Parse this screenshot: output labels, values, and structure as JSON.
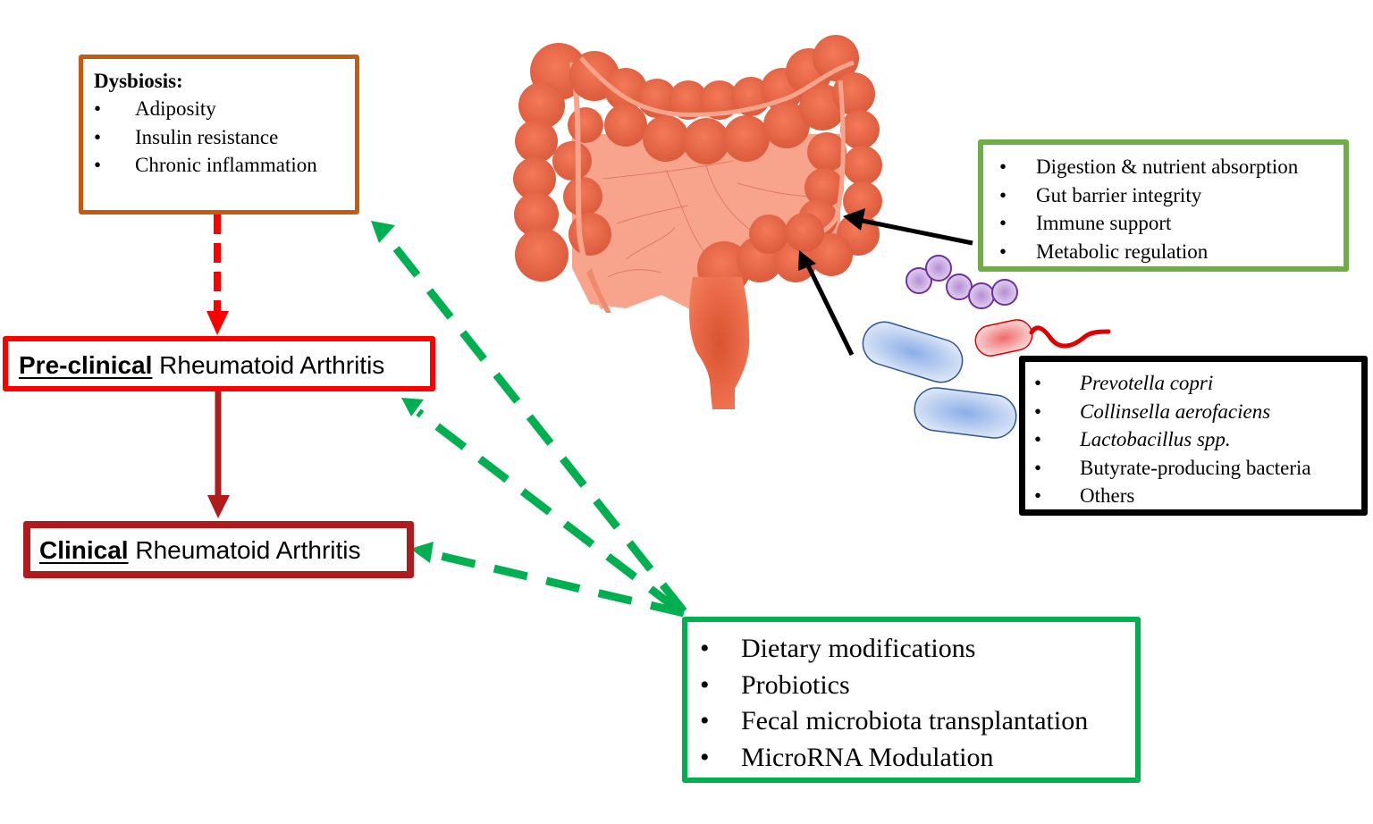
{
  "diagram": {
    "dysbiosis_box": {
      "title": "Dysbiosis:",
      "items": [
        "Adiposity",
        "Insulin resistance",
        "Chronic inflammation"
      ],
      "border_color": "#c55a11"
    },
    "preclinical_box": {
      "emphasis": "Pre-clinical",
      "rest": " Rheumatoid Arthritis",
      "border_color": "#ff0000"
    },
    "clinical_box": {
      "emphasis": "Clinical",
      "rest": " Rheumatoid Arthritis",
      "border_color": "#b01c1c"
    },
    "gut_functions_box": {
      "items": [
        "Digestion & nutrient absorption",
        "Gut barrier integrity",
        "Immune support",
        "Metabolic regulation"
      ],
      "border_color": "#70ad47"
    },
    "bacteria_box": {
      "items": [
        {
          "text": "Prevotella copri",
          "italic": true
        },
        {
          "text": "Collinsella aerofaciens",
          "italic": true
        },
        {
          "text": "Lactobacillus spp.",
          "italic": true
        },
        {
          "text": "Butyrate-producing bacteria",
          "italic": false
        },
        {
          "text": "Others",
          "italic": false
        }
      ],
      "border_color": "#000000"
    },
    "interventions_box": {
      "items": [
        "Dietary modifications",
        "Probiotics",
        "Fecal microbiota transplantation",
        "MicroRNA Modulation"
      ],
      "border_color": "#00b050"
    },
    "bullet": "•",
    "icons": {
      "colon": "large-intestine-illustration",
      "bacteria": [
        "cocci-chain",
        "rod-bacterium",
        "rod-bacterium",
        "flagellated-bacterium"
      ]
    },
    "colors": {
      "arrow_dysbiosis_to_preclinical": "#ff0000",
      "arrow_preclinical_to_clinical": "#b01c1c",
      "arrow_interventions": "#00b050",
      "arrow_black": "#000000",
      "colon_dark": "#e0603f",
      "colon_light": "#f6a08a"
    }
  }
}
